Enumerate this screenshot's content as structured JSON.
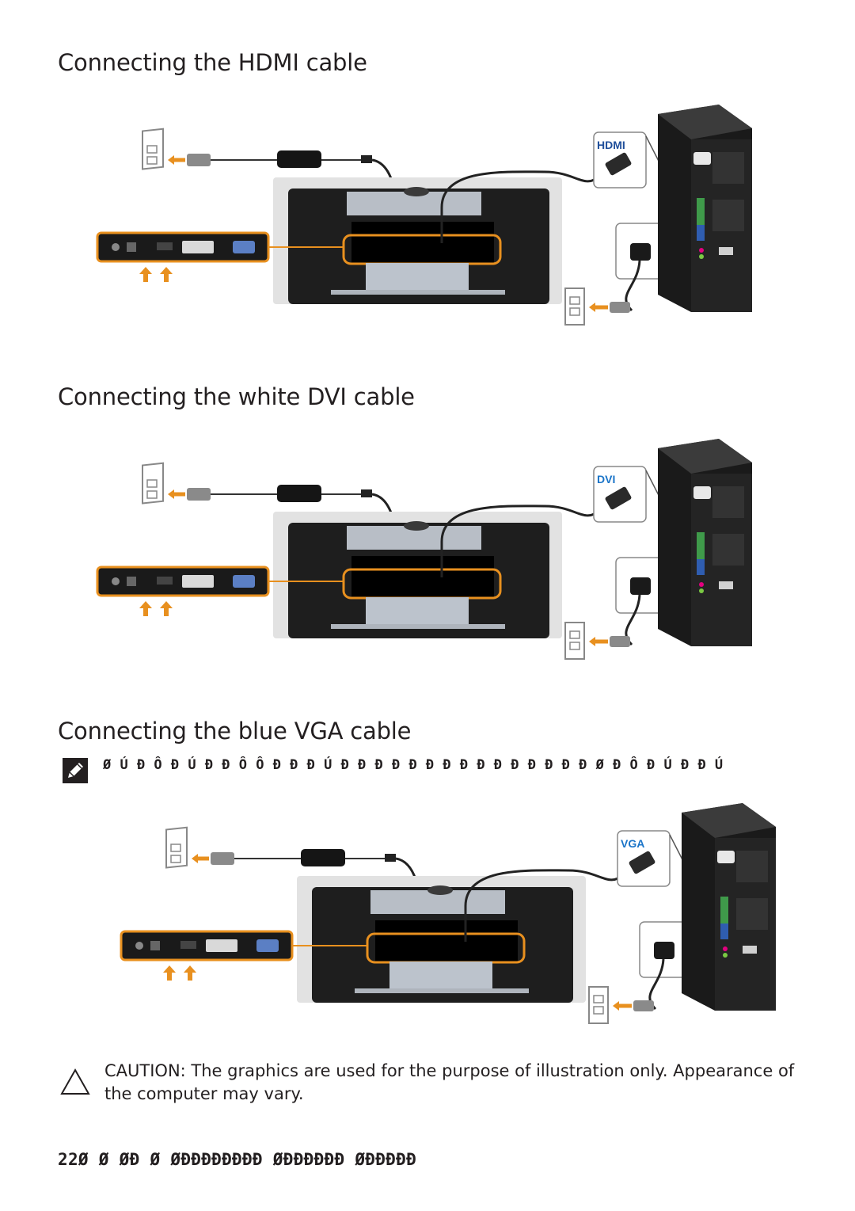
{
  "sections": [
    {
      "heading": "Connecting the HDMI cable",
      "callout": "HDMI",
      "callout_color": "#1f4e9a"
    },
    {
      "heading": "Connecting the white DVI cable",
      "callout": "DVI",
      "callout_color": "#1a74c8"
    },
    {
      "heading": "Connecting the blue VGA cable",
      "callout": "VGA",
      "callout_color": "#1a74c8"
    }
  ],
  "note": {
    "icon": "note-pencil-icon",
    "text": "Ø Ú Ð Ô Ð Ú Ð Ð Ô  Ô Ð Ð Ð Ú Ð Ð Ð Ð Ð Ð Ð Ð Ð Ð Ð Ð Ð Ð Ð Ø  Ð Ô Ð Ú Ð Ð Ú"
  },
  "caution": {
    "icon": "caution-triangle-icon",
    "text": "CAUTION: The graphics are used for the purpose of illustration only. Appearance of the computer may vary."
  },
  "footer": {
    "text": "22Ø  Ø  ØÐ  Ø  ØÐÐÐÐÐÐÐÐ ØÐÐÐÐÐÐ ØÐÐÐÐÐ"
  },
  "colors": {
    "accent_orange": "#e8901f",
    "monitor_black": "#1e1e1e",
    "tower_black": "#1a1a1a"
  }
}
